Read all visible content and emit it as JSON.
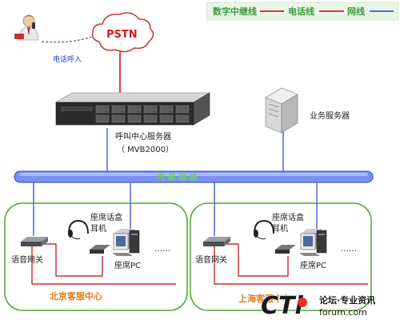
{
  "legend": {
    "trunk_label": "数字中继线",
    "phone_label": "电话线",
    "net_label": "网线",
    "trunk_color": "#cc0000",
    "phone_color": "#cc0000",
    "net_color": "#1a3fd1",
    "text_color": "#3a9a3a"
  },
  "nodes": {
    "pstn": "PSTN",
    "incoming_call": "电话呼入",
    "callcenter_server": "呼叫中心服务器",
    "callcenter_model": "（ MVB2000）",
    "business_server": "业务服务器",
    "lan": "内 部 网 络",
    "bj_headset": "座席话盒\n耳机",
    "bj_gateway": "语音网关",
    "bj_pc": "座席PC",
    "bj_ellipsis": "……",
    "bj_center": "北京客服中心",
    "sh_headset": "座席话盒\n耳机",
    "sh_gateway": "语音网关",
    "sh_pc": "座席PC",
    "sh_ellipsis": "……",
    "sh_center": "上海客服中心"
  },
  "watermark": {
    "brand": "CTi",
    "line1": "论坛·专业资讯",
    "line2": "forum.com"
  }
}
